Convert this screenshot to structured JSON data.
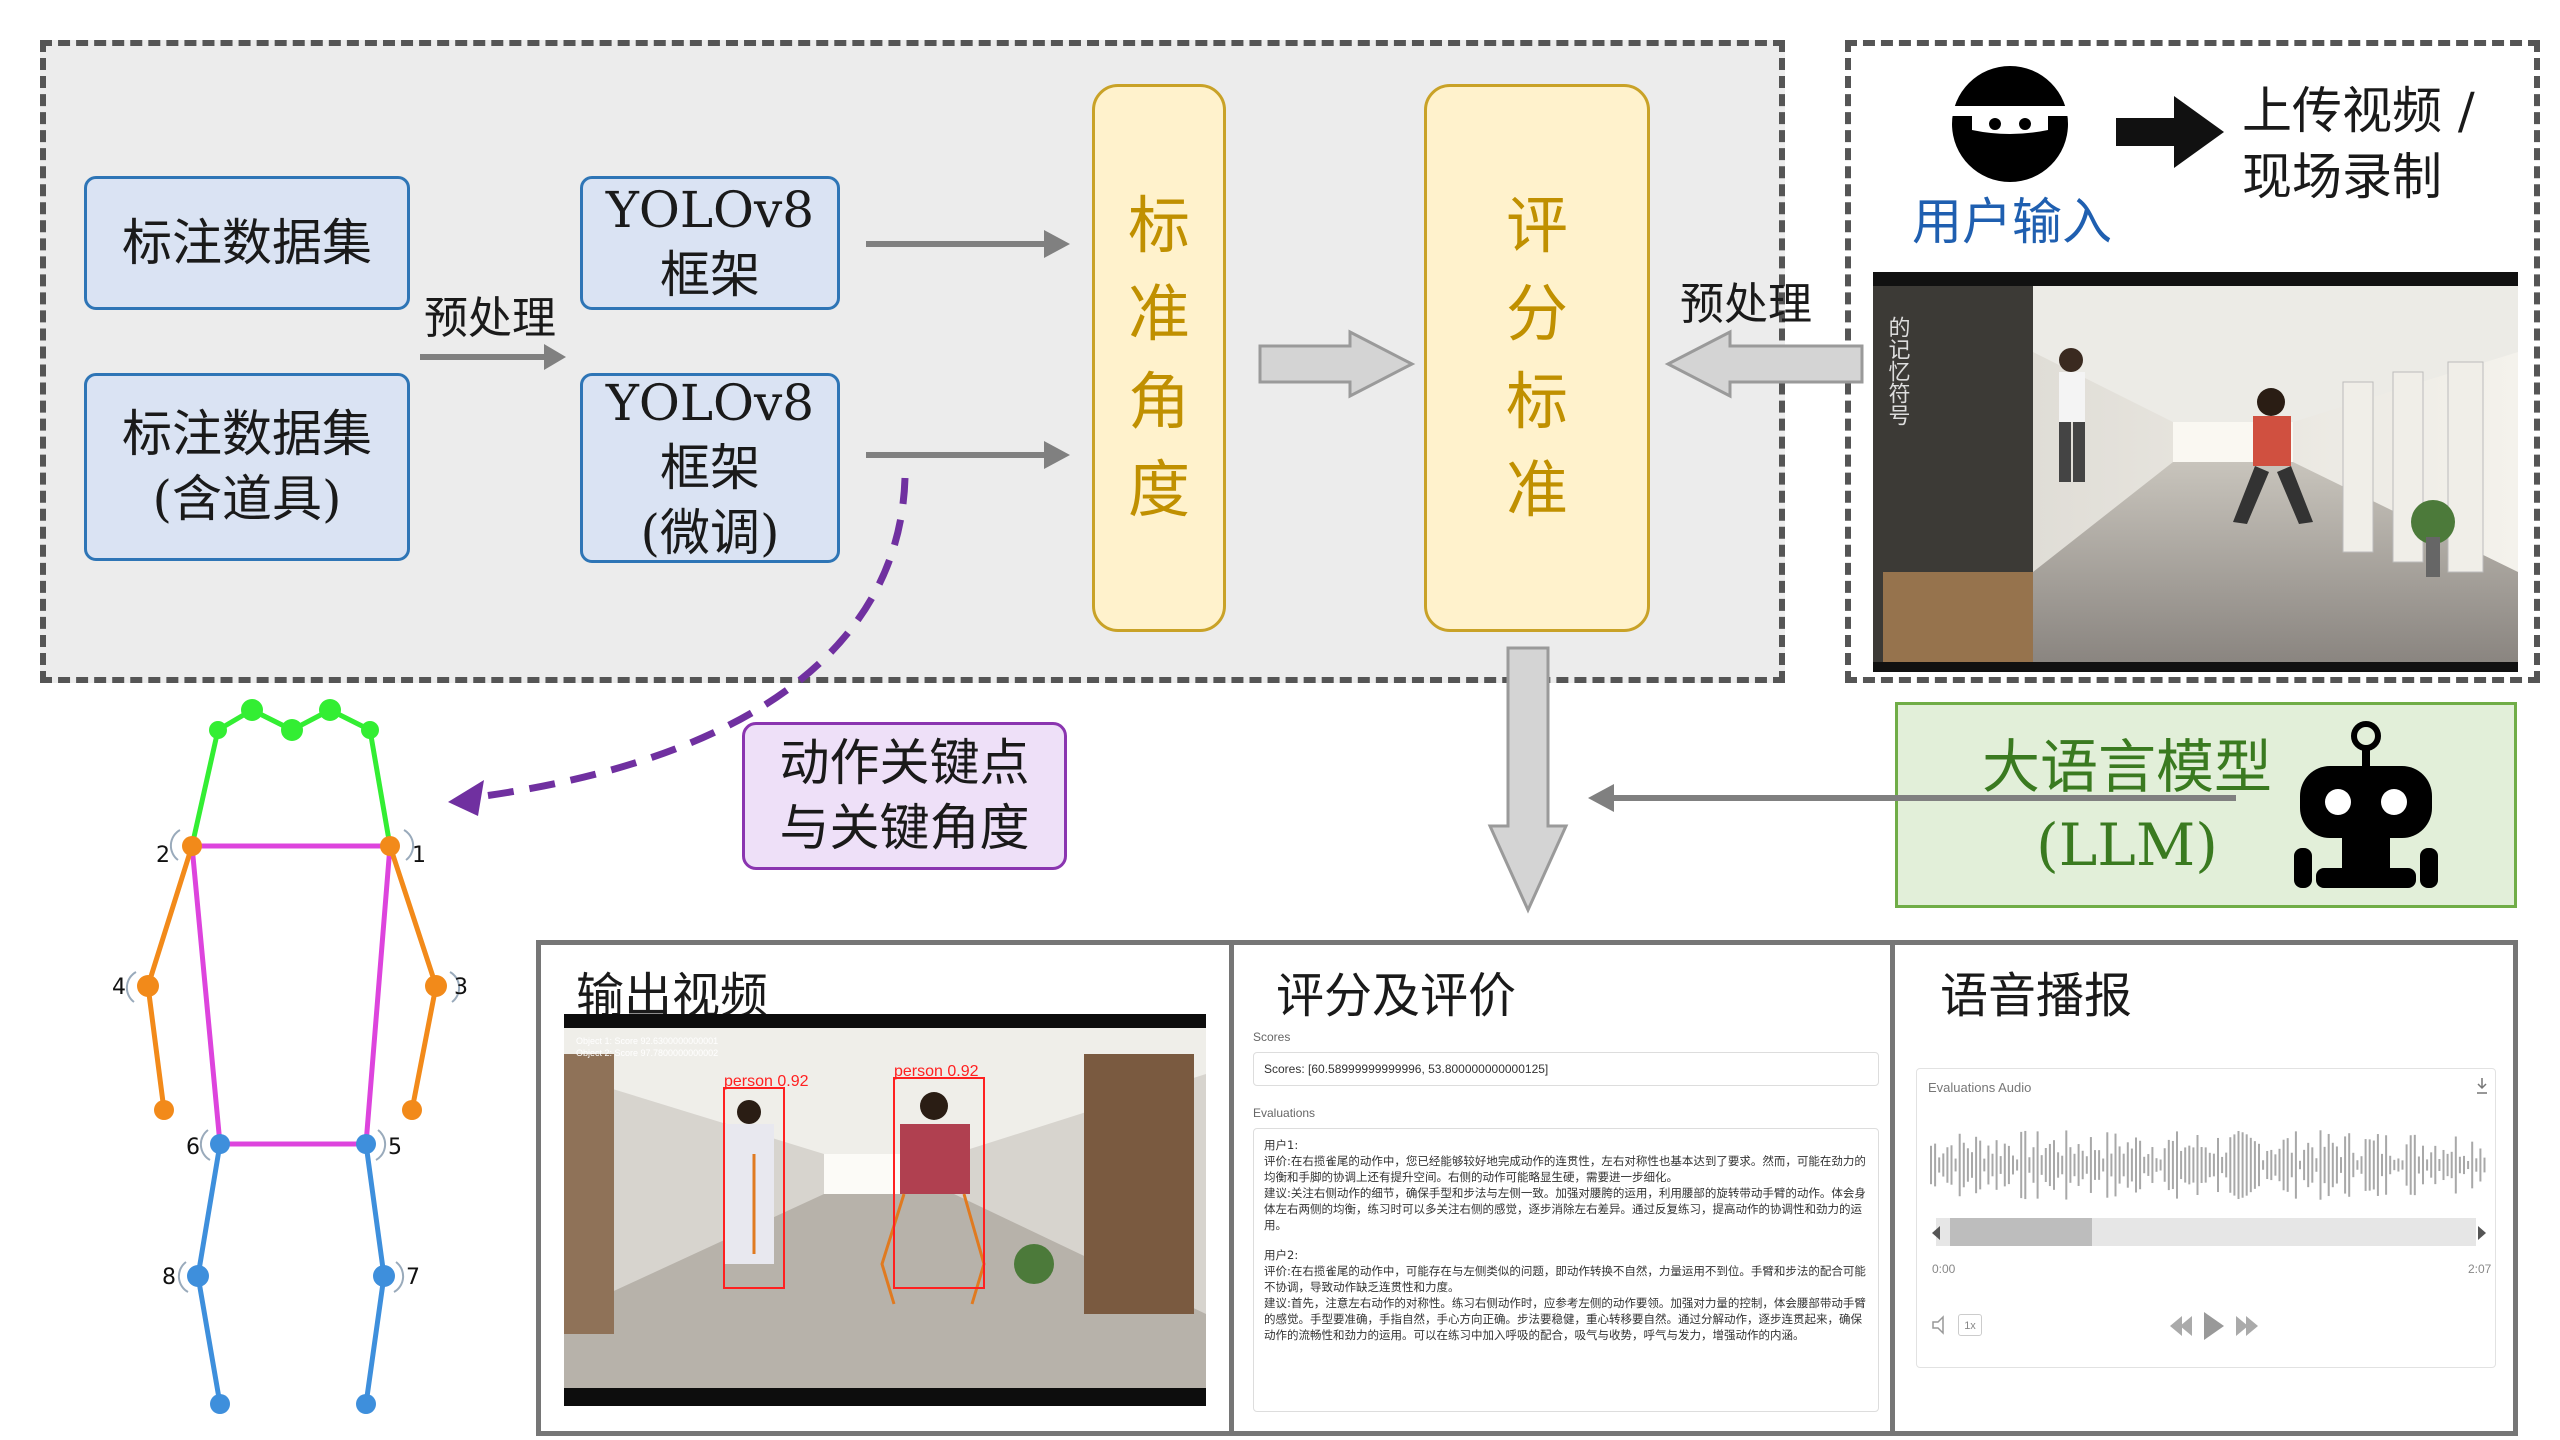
{
  "training": {
    "dataset1": "标注数据集",
    "dataset2": "标注数据集\n(含道具)",
    "preprocess": "预处理",
    "yolo1": "YOLOv8\n框架",
    "yolo2": "YOLOv8\n框架\n(微调)",
    "standard_angle": "标\n准\n角\n度",
    "scoring_standard": "评\n分\n标\n准"
  },
  "input": {
    "user_input": "用户输入",
    "upload": "上传视频 /\n现场录制",
    "preprocess": "预处理",
    "video_overlay_text": "的记忆符号"
  },
  "keypoints": {
    "label": "动作关键点\n与关键角度",
    "numbers": [
      "1",
      "2",
      "3",
      "4",
      "5",
      "6",
      "7",
      "8"
    ]
  },
  "llm": {
    "label": "大语言模型\n(LLM)"
  },
  "outputs": {
    "video": {
      "title": "输出视频",
      "object1": "Object 1: Score 92.6300000000001",
      "object2": "Object 2: Score 97.7800000000002",
      "person1": "person 0.92",
      "person2": "person 0.92"
    },
    "evaluation": {
      "title": "评分及评价",
      "scores_label": "Scores",
      "scores_value": "Scores: [60.58999999999996, 53.800000000000125]",
      "evaluations_label": "Evaluations",
      "user1_title": "用户1:",
      "user1_text": "评价:在右揽雀尾的动作中，您已经能够较好地完成动作的连贯性，左右对称性也基本达到了要求。然而，可能在劲力的均衡和手脚的协调上还有提升空间。右侧的动作可能略显生硬，需要进一步细化。\n建议:关注右侧动作的细节，确保手型和步法与左侧一致。加强对腰胯的运用，利用腰部的旋转带动手臂的动作。体会身体左右两侧的均衡，练习时可以多关注右侧的感觉，逐步消除左右差异。通过反复练习，提高动作的协调性和劲力的运用。",
      "user2_title": "用户2:",
      "user2_text": "评价:在右揽雀尾的动作中，可能存在与左侧类似的问题，即动作转换不自然，力量运用不到位。手臂和步法的配合可能不协调，导致动作缺乏连贯性和力度。\n建议:首先，注意左右动作的对称性。练习右侧动作时，应参考左侧的动作要领。加强对力量的控制，体会腰部带动手臂的感觉。手型要准确，手指自然，手心方向正确。步法要稳健，重心转移要自然。通过分解动作，逐步连贯起来，确保动作的流畅性和劲力的运用。可以在练习中加入呼吸的配合，吸气与收势，呼气与发力，增强动作的内涵。"
    },
    "audio": {
      "title": "语音播报",
      "file_label": "Evaluations Audio",
      "time_start": "0:00",
      "time_end": "2:07",
      "speed": "1x"
    }
  },
  "colors": {
    "blue_fill": "#dae3f3",
    "blue_border": "#2e75b6",
    "yellow_fill": "#fff2cc",
    "yellow_border": "#c9a227",
    "yellow_text": "#c09000",
    "purple": "#7030a0",
    "green_fill": "#e2efd9",
    "green_border": "#70ad47",
    "green_text": "#3a7a20",
    "user_text": "#1f5fb0",
    "skeleton_head": "#33ee33",
    "skeleton_torso": "#dd44dd",
    "skeleton_arms": "#f28a1a",
    "skeleton_legs": "#3e8fdc"
  },
  "icons": [
    "user-face-icon",
    "arrow-right-icon",
    "robot-icon",
    "audio-download-icon",
    "volume-icon",
    "rewind-icon",
    "play-icon",
    "fast-forward-icon"
  ]
}
